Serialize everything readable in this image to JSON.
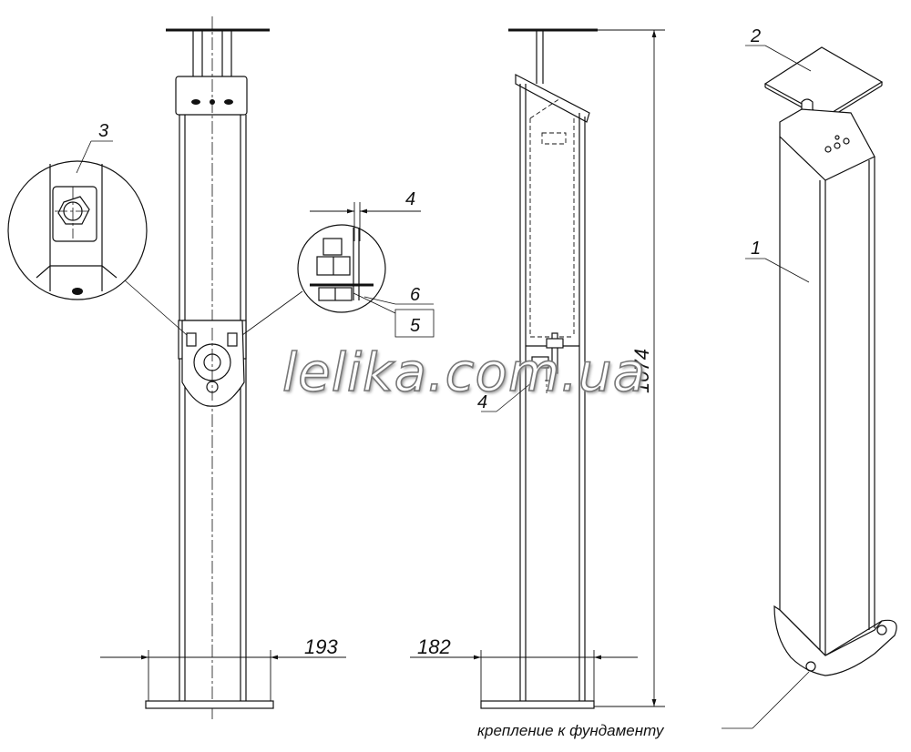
{
  "watermark": "lelika.com.ua",
  "dimensions": {
    "front_width": "193",
    "side_width": "182",
    "height": "1074",
    "plate_gap": "4"
  },
  "callouts": {
    "post": "1",
    "lid": "2",
    "detail_view": "3",
    "side_bracket": "4",
    "item_5": "5",
    "item_6": "6"
  },
  "foundation_note": "крепление к фундаменту"
}
